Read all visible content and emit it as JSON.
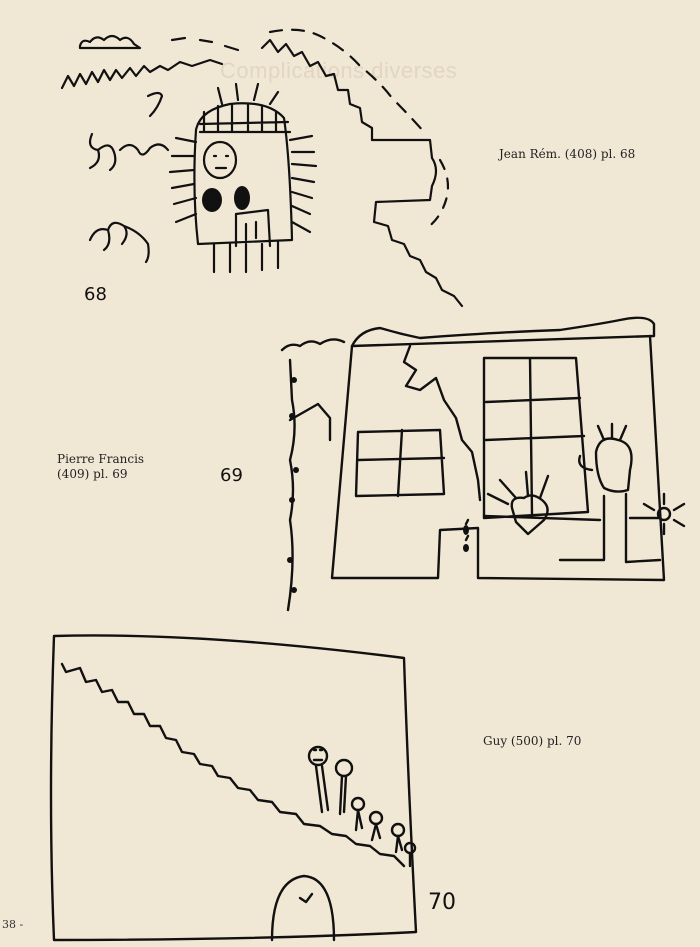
{
  "bleed_through": {
    "title": "Complications diverses"
  },
  "plates": [
    {
      "number": "68",
      "caption": "Jean Rém. (408) pl. 68"
    },
    {
      "number": "69",
      "caption_line1": "Pierre Francis",
      "caption_line2": "(409) pl. 69"
    },
    {
      "number": "70",
      "caption": "Guy (500) pl. 70"
    }
  ],
  "folio": "38 -"
}
